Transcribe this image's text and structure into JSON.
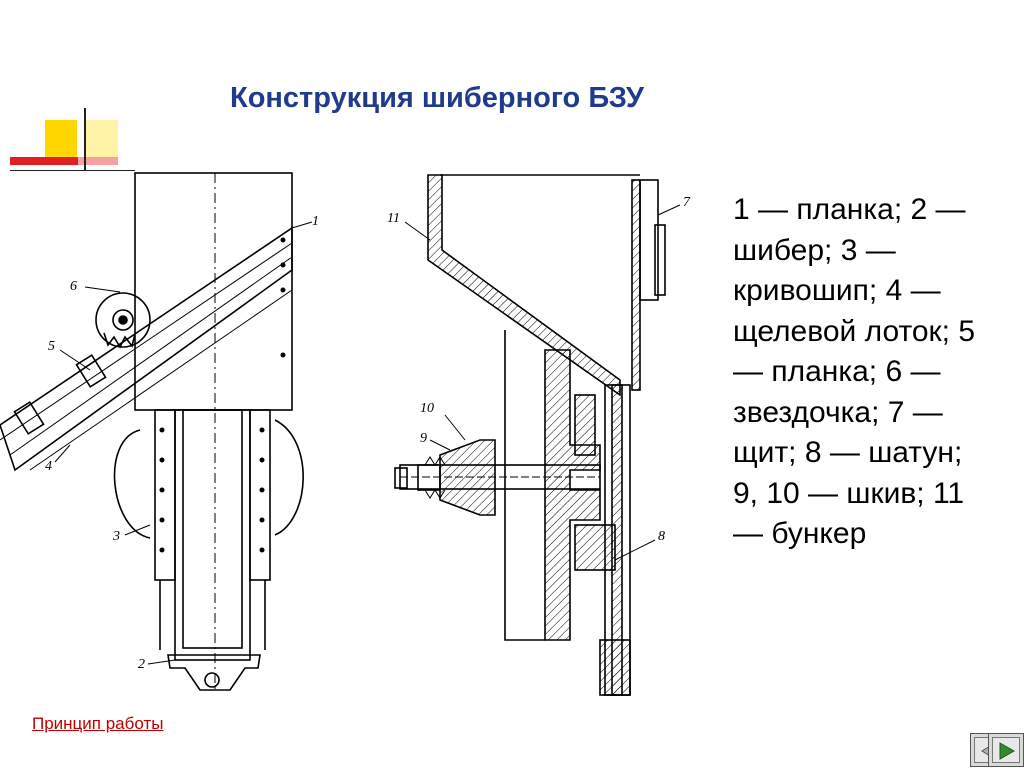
{
  "slide": {
    "title": "Конструкция шиберного БЗУ",
    "legend": "1 — планка; 2 — шибер; 3 — кривошип; 4 — щелевой лоток; 5 — планка; 6 — звездочка; 7 — щит; 8 — шатун; 9, 10 — шкив; 11 — бункер",
    "link_label": "Принцип работы"
  },
  "diagram": {
    "labels": [
      "1",
      "2",
      "3",
      "4",
      "5",
      "6",
      "7",
      "8",
      "9",
      "10",
      "11"
    ]
  },
  "colors": {
    "title": "#1f3b8c",
    "link": "#c00000",
    "deco_yellow": "#ffd700",
    "deco_red": "#e02020"
  },
  "nav": {
    "prev_icon": "prev-arrow-icon",
    "next_icon": "next-arrow-icon"
  }
}
